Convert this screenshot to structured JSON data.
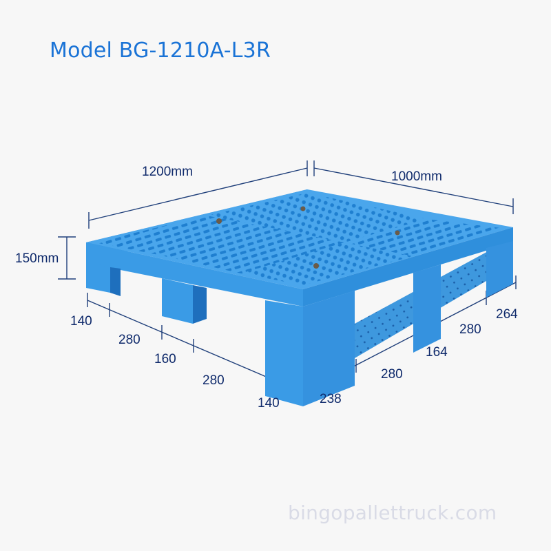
{
  "title": "Model BG-1210A-L3R",
  "dimensions": {
    "length": "1200mm",
    "width": "1000mm",
    "height": "150mm"
  },
  "front_segments": [
    "140",
    "280",
    "160",
    "280",
    "140"
  ],
  "side_segments": [
    "238",
    "280",
    "164",
    "280",
    "264"
  ],
  "watermark": "bingopallettruck.com",
  "colors": {
    "title": "#1a73d6",
    "dimension_lines": "#1f3f7a",
    "pallet": "#3a9be6",
    "background": "#f7f7f7"
  }
}
